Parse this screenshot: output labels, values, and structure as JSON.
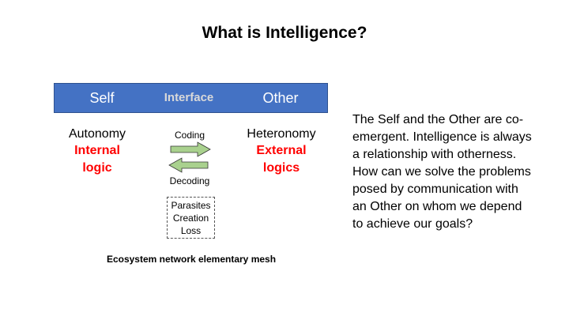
{
  "title": "What is Intelligence?",
  "bar": {
    "self": "Self",
    "interface": "Interface",
    "other": "Other"
  },
  "left": {
    "heading": "Autonomy",
    "line1": "Internal",
    "line2": "logic"
  },
  "middle": {
    "coding": "Coding",
    "decoding": "Decoding",
    "box": [
      "Parasites",
      "Creation",
      "Loss"
    ]
  },
  "right": {
    "heading": "Heteronomy",
    "line1": "External",
    "line2": "logics"
  },
  "caption": "Ecosystem network elementary mesh",
  "paragraph": "The Self and the Other are co-emergent. Intelligence is always a relationship with otherness. How can we solve the problems posed by communication with an Other on whom we depend to achieve our goals?",
  "colors": {
    "bar": "#4472c4",
    "accent": "#ff0000",
    "arrow": "#a9d18e"
  }
}
